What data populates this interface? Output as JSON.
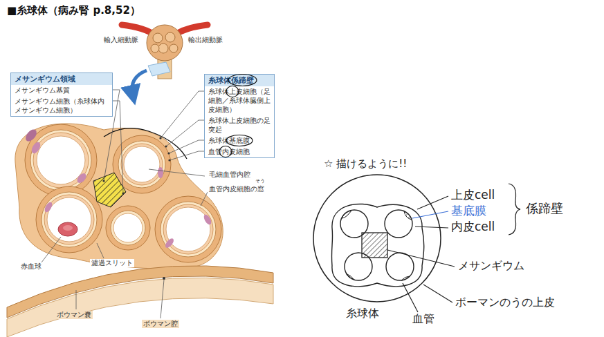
{
  "diagram": {
    "title": "■糸球体（病み腎 p.8,52）",
    "nodes": [
      {
        "text": [
          "メサンギウム領域",
          "メサンギウム基質",
          "メサンギウム細胞（糸球体内メサンギウム細胞）"
        ]
      },
      {
        "text": [
          "糸球体係蹄壁",
          "糸球体上皮細胞（足細胞／糸球体臓側上皮細胞）",
          "糸球体上皮細胞の足突起",
          "糸球体基底膜",
          "血管内皮細胞"
        ]
      }
    ],
    "labels": [
      "輸入細動脈",
      "輸出細動脈",
      "毛細血管内腔",
      "そう",
      "血管内皮細胞の窓",
      "赤血球",
      "濾過スリット",
      "ボウマン嚢",
      "ボウマン腔",
      "☆ 描けるように!!",
      "上皮cell",
      "基底膜",
      "内皮cell",
      "係蹄壁",
      "メサンギウム",
      "ボーマンのうの上皮",
      "糸球体",
      "血管"
    ]
  }
}
